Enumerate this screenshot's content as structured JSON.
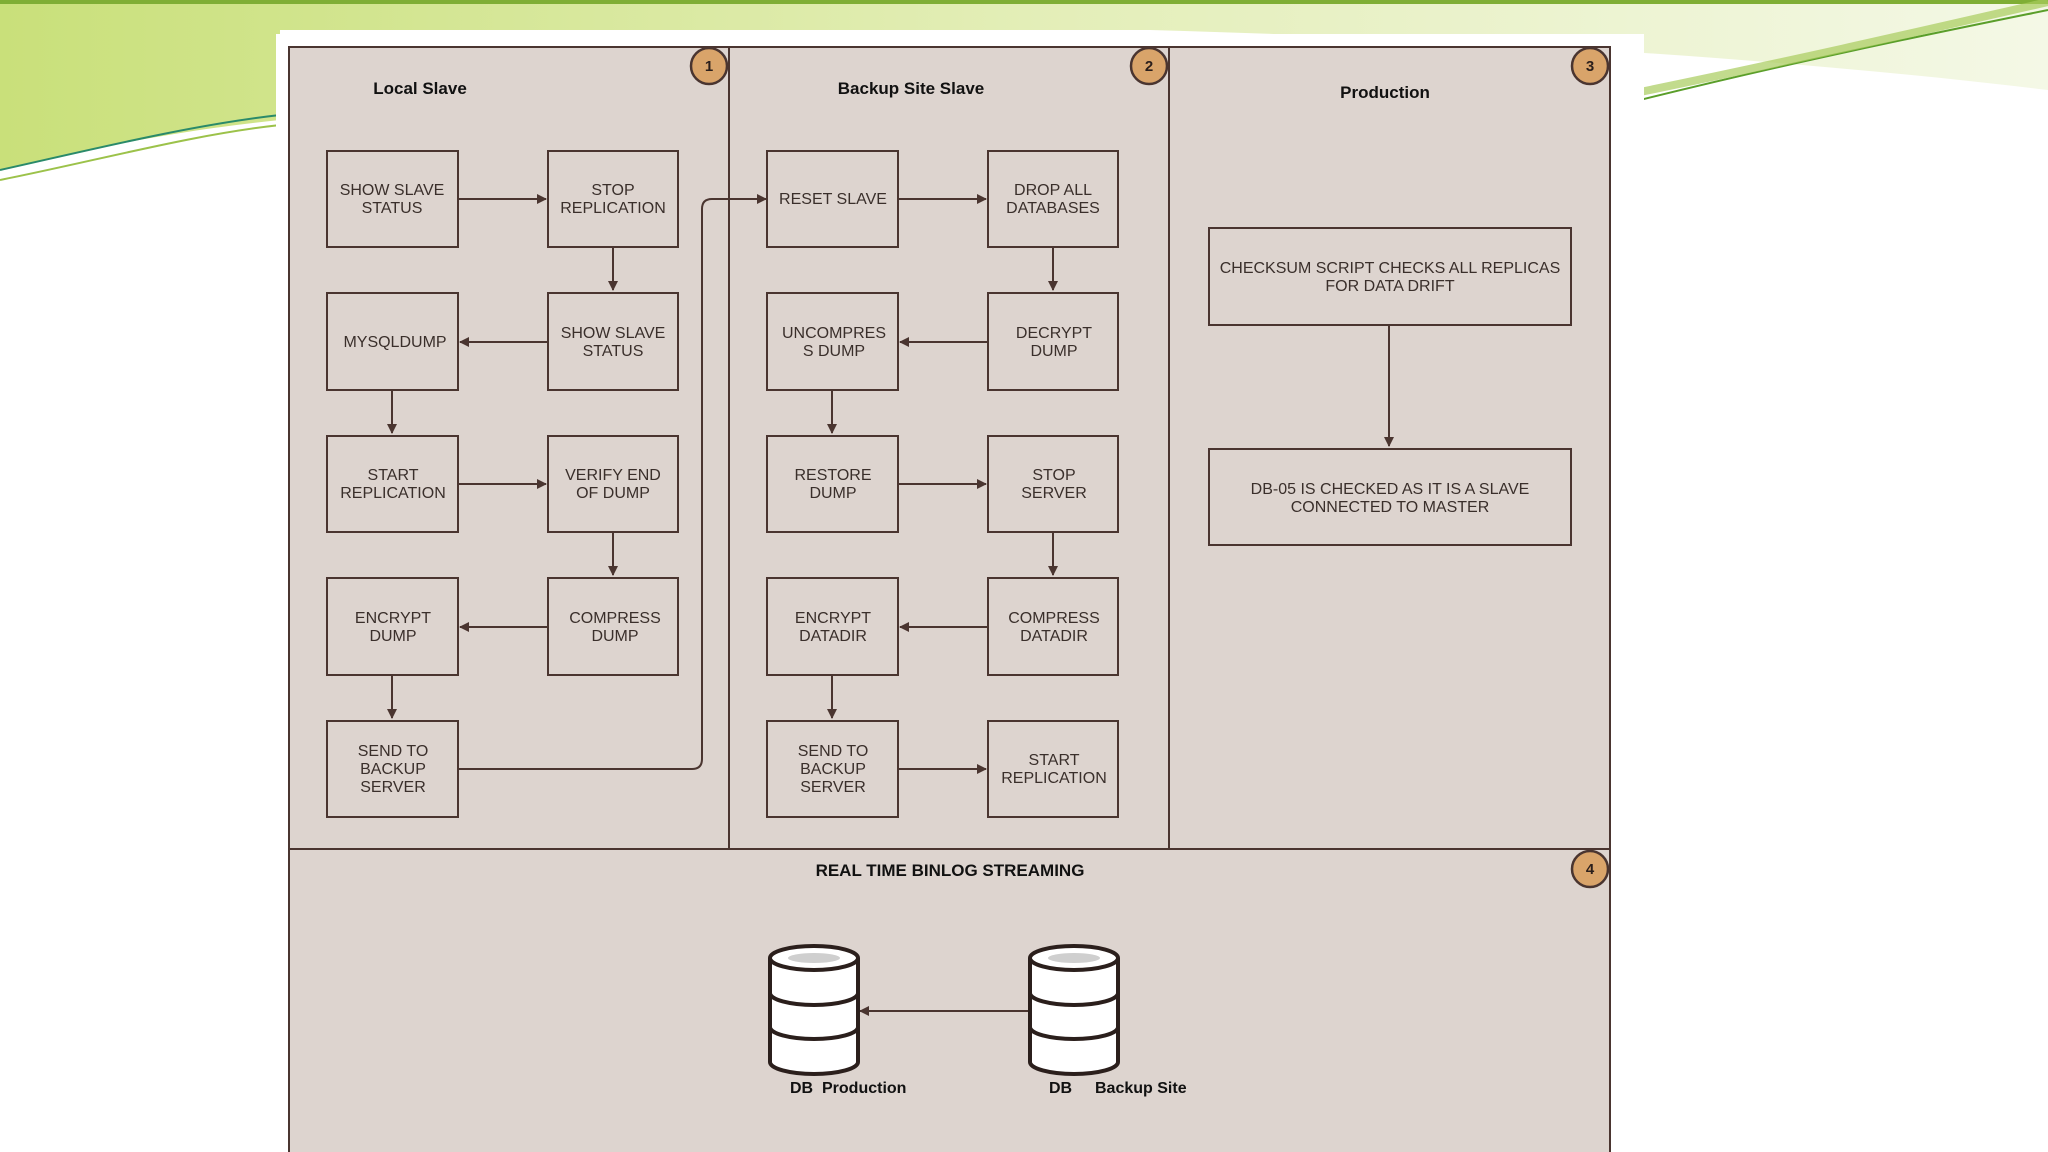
{
  "panels": [
    {
      "badge": "1",
      "title": "Local Slave"
    },
    {
      "badge": "2",
      "title": "Backup Site Slave"
    },
    {
      "badge": "3",
      "title": "Production"
    },
    {
      "badge": "4",
      "title": "REAL TIME BINLOG STREAMING"
    }
  ],
  "local_slave": {
    "show_slave_status_1": [
      "SHOW SLAVE",
      "STATUS"
    ],
    "stop_replication": [
      "STOP",
      "REPLICATION"
    ],
    "show_slave_status_2": [
      "SHOW SLAVE",
      "STATUS"
    ],
    "mysqldump": [
      "MYSQLDUMP"
    ],
    "start_replication": [
      "START",
      "REPLICATION"
    ],
    "verify_end_of_dump": [
      "VERIFY END",
      "OF DUMP"
    ],
    "compress_dump": [
      "COMPRESS",
      "DUMP"
    ],
    "encrypt_dump": [
      "ENCRYPT",
      "DUMP"
    ],
    "send_to_backup_server": [
      "SEND TO",
      "BACKUP",
      "SERVER"
    ]
  },
  "backup_site_slave": {
    "reset_slave": [
      "RESET SLAVE"
    ],
    "drop_all_databases": [
      "DROP ALL",
      "DATABASES"
    ],
    "decrypt_dump": [
      "DECRYPT",
      "DUMP"
    ],
    "uncompress_dump": [
      "UNCOMPRES",
      "S DUMP"
    ],
    "restore_dump": [
      "RESTORE",
      "DUMP"
    ],
    "stop_server": [
      "STOP",
      "SERVER"
    ],
    "compress_datadir": [
      "COMPRESS",
      "DATADIR"
    ],
    "encrypt_datadir": [
      "ENCRYPT",
      "DATADIR"
    ],
    "send_to_backup_server": [
      "SEND TO",
      "BACKUP",
      "SERVER"
    ],
    "start_replication": [
      "START",
      "REPLICATION"
    ]
  },
  "production": {
    "checksum": [
      "CHECKSUM SCRIPT CHECKS ALL REPLICAS",
      "FOR DATA DRIFT"
    ],
    "db05": [
      "DB-05 IS CHECKED AS IT IS A SLAVE",
      "CONNECTED TO MASTER"
    ]
  },
  "binlog": {
    "db_left": {
      "db": "DB",
      "name": "Production"
    },
    "db_right": {
      "db": "DB",
      "name": "Backup Site"
    }
  },
  "colors": {
    "panel_fill": "#ddd4cf",
    "panel_border": "#4a3530",
    "box_fill": "#ddd4cf",
    "box_border": "#4a3530",
    "arrow": "#4a3530",
    "badge_fill": "#d9a46a",
    "accent_green": "#8bbf3b"
  }
}
